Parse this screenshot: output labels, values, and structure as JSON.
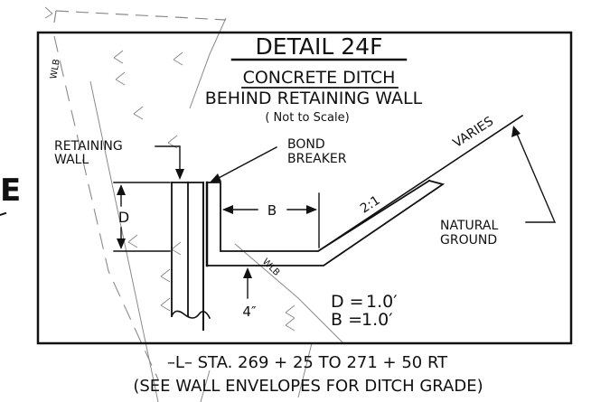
{
  "detail": {
    "title": "DETAIL 24F",
    "subtitle_line1": "CONCRETE DITCH",
    "subtitle_line2": "BEHIND RETAINING WALL",
    "scale_note": "( Not to Scale)"
  },
  "labels": {
    "retaining_wall_1": "RETAINING",
    "retaining_wall_2": "WALL",
    "bond_breaker_1": "BOND",
    "bond_breaker_2": "BREAKER",
    "varies": "VARIES",
    "natural_ground_1": "NATURAL",
    "natural_ground_2": "GROUND",
    "slope": "2:1",
    "dim_d": "D",
    "dim_b": "B",
    "dim_4in": "4″"
  },
  "values": {
    "d_text": "D =",
    "d_value": "1.0′",
    "b_text": "B =",
    "b_value": "1.0′"
  },
  "station_note": {
    "line1": "–L–  STA. 269 + 25  TO   271 + 50  RT",
    "line2": "(SEE  WALL  ENVELOPES  FOR  DITCH  GRADE)"
  },
  "background_fragments": {
    "left_letter": "E",
    "wlb_1": "WLB",
    "wlb_2": "WLB"
  }
}
